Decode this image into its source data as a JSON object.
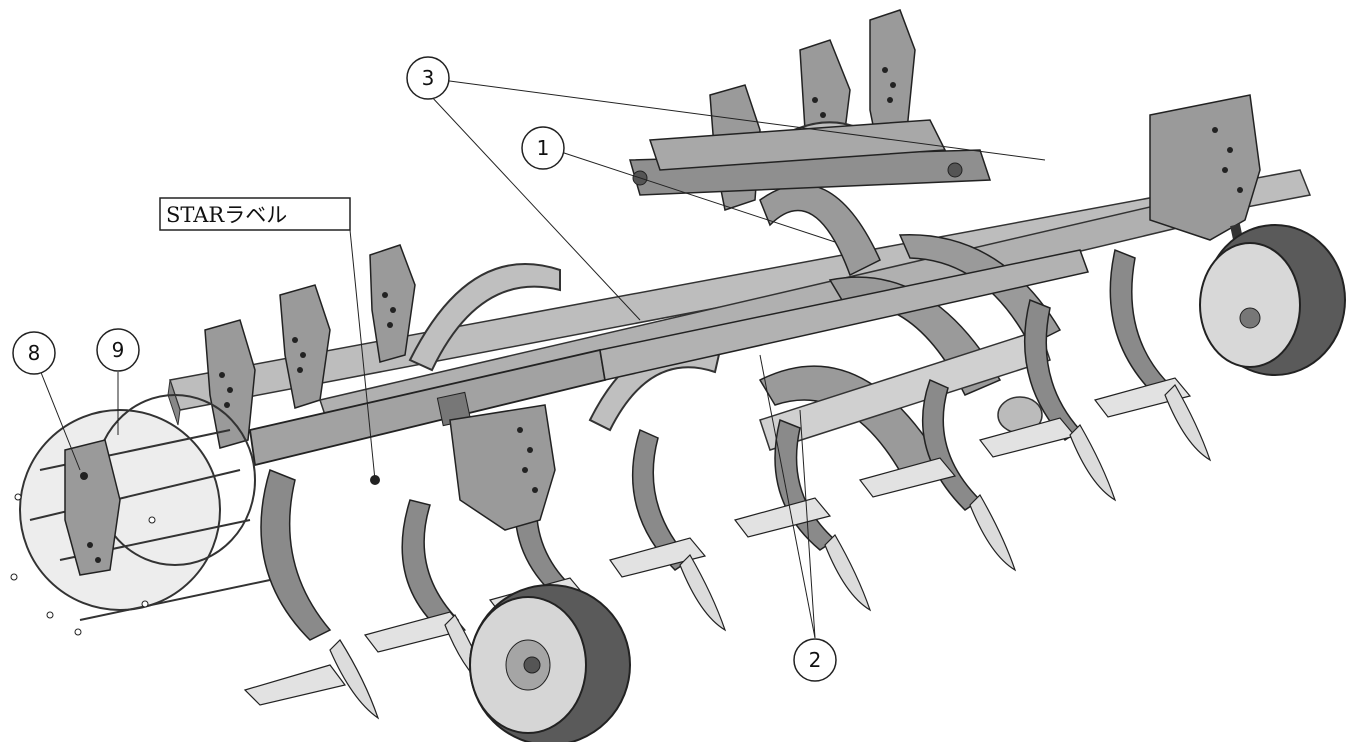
{
  "callouts": {
    "c1": "1",
    "c2": "2",
    "c3": "3",
    "c8": "8",
    "c9": "9"
  },
  "star_label": "STARラベル",
  "colors": {
    "metal": "#9a9a9a",
    "metal_dark": "#6e6e6e",
    "metal_light": "#c8c8c8",
    "outline": "#222222",
    "tire": "#5a5a5a"
  }
}
